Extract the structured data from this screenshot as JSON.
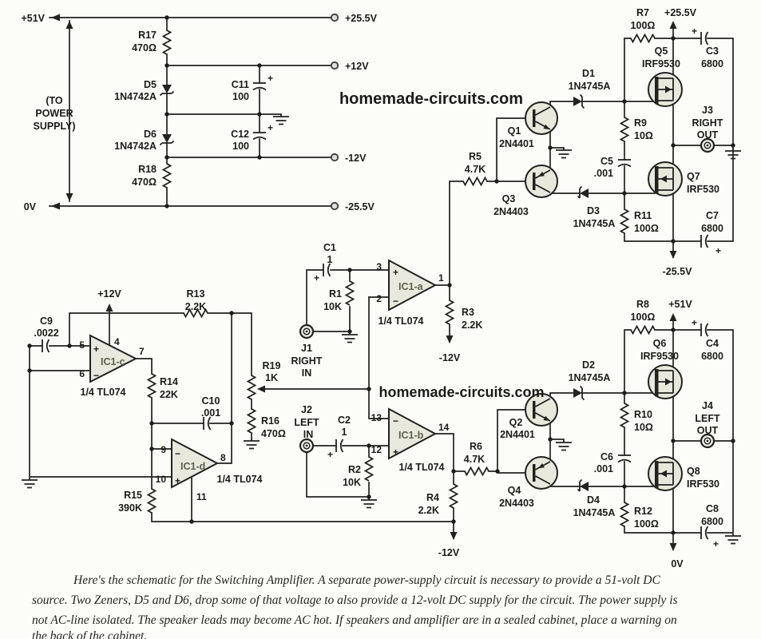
{
  "watermark": {
    "text": "homemade-circuits.com"
  },
  "colors": {
    "watermark_red": "#d2122a",
    "line": "#22221f",
    "device_fill": "#e8e9dc"
  },
  "sym": {
    "plus": "+",
    "minus": "−"
  },
  "ps": {
    "v51": "+51V",
    "v0": "0V",
    "to1": "(TO",
    "to2": "POWER",
    "to3": "SUPPLY)",
    "r17": "R17",
    "r17v": "470Ω",
    "r18": "R18",
    "r18v": "470Ω",
    "d5": "D5",
    "d5v": "1N4742A",
    "d6": "D6",
    "d6v": "1N4742A",
    "c11": "C11",
    "c11v": "100",
    "c12": "C12",
    "c12v": "100",
    "t1": "+25.5V",
    "t2": "+12V",
    "t3": "-12V",
    "t4": "-25.5V"
  },
  "osc": {
    "v12": "+12V",
    "c9": "C9",
    "c9v": ".0022",
    "p5": "5",
    "p6": "6",
    "p4": "4",
    "p7": "7",
    "icc": "IC1-c",
    "part": "1/4 TL074",
    "r13": "R13",
    "r13v": "2.2K",
    "r14": "R14",
    "r14v": "22K",
    "c10": "C10",
    "c10v": ".001",
    "r15": "R15",
    "r15v": "390K",
    "p9": "9",
    "p10": "10",
    "p8": "8",
    "p11": "11",
    "icd": "IC1-d",
    "partd": "1/4 TL074",
    "r19": "R19",
    "r19v": "1K",
    "r16": "R16",
    "r16v": "470Ω"
  },
  "ina": {
    "c1": "C1",
    "c1v": "1",
    "r1": "R1",
    "r1v": "10K",
    "j1": "J1",
    "jr": "RIGHT",
    "jin": "IN",
    "p3": "3",
    "p2": "2",
    "p1": "1",
    "ic": "IC1-a",
    "part": "1/4 TL074",
    "r3": "R3",
    "r3v": "2.2K",
    "m12": "-12V",
    "r5": "R5",
    "r5v": "4.7K"
  },
  "inb": {
    "c2": "C2",
    "c2v": "1",
    "r2": "R2",
    "r2v": "10K",
    "j2": "J2",
    "jl": "LEFT",
    "jin": "IN",
    "p13": "13",
    "p12": "12",
    "p14": "14",
    "ic": "IC1-b",
    "part": "1/4 TL074",
    "r4": "R4",
    "r4v": "2.2K",
    "m12": "-12V",
    "r6": "R6",
    "r6v": "4.7K"
  },
  "oa": {
    "q1": "Q1",
    "q1v": "2N4401",
    "q3": "Q3",
    "q3v": "2N4403",
    "d1": "D1",
    "d1v": "1N4745A",
    "d3": "D3",
    "d3v": "1N4745A",
    "r7": "R7",
    "r7v": "100Ω",
    "v25": "+25.5V",
    "q5": "Q5",
    "q5v": "IRF9530",
    "c3": "C3",
    "c3v": "6800",
    "r9": "R9",
    "r9v": "10Ω",
    "j3": "J3",
    "jr": "RIGHT",
    "jo": "OUT",
    "c5": "C5",
    "c5v": ".001",
    "q7": "Q7",
    "q7v": "IRF530",
    "r11": "R11",
    "r11v": "100Ω",
    "c7": "C7",
    "c7v": "6800",
    "m25": "-25.5V"
  },
  "ob": {
    "q2": "Q2",
    "q2v": "2N4401",
    "q4": "Q4",
    "q4v": "2N4403",
    "d2": "D2",
    "d2v": "1N4745A",
    "d4": "D4",
    "d4v": "1N4745A",
    "r8": "R8",
    "r8v": "100Ω",
    "v51": "+51V",
    "q6": "Q6",
    "q6v": "IRF9530",
    "c4": "C4",
    "c4v": "6800",
    "r10": "R10",
    "r10v": "10Ω",
    "j4": "J4",
    "jl": "LEFT",
    "jo": "OUT",
    "c6": "C6",
    "c6v": ".001",
    "q8": "Q8",
    "q8v": "IRF530",
    "r12": "R12",
    "r12v": "100Ω",
    "c8": "C8",
    "c8v": "6800",
    "v0": "0V"
  },
  "caption": {
    "l1": "Here's the schematic for the Switching Amplifier. A separate power-supply circuit is necessary to provide a 51-volt DC",
    "l2": "source. Two Zeners, D5 and D6, drop some of that voltage to also provide a 12-volt DC supply for the circuit. The power supply is",
    "l3": "not AC-line isolated. The speaker leads may become AC hot. If speakers and amplifier are in a sealed cabinet, place a warning on",
    "l4": "the back of the cabinet."
  }
}
